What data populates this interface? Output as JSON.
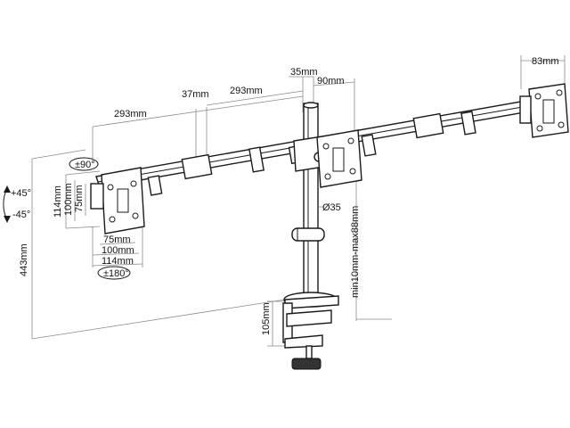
{
  "labels": {
    "rot90": "±90°",
    "tilt_plus": "+45°",
    "tilt_minus": "-45°",
    "rot180": "±180°",
    "h443": "443mm",
    "v114": "114mm",
    "v100": "100mm",
    "v75": "75mm",
    "h75": "75mm",
    "h100": "100mm",
    "h114": "114mm",
    "arm_left": "293mm",
    "arm_right": "293mm",
    "gap37": "37mm",
    "pole35": "35mm",
    "off90": "90mm",
    "plate83": "83mm",
    "dia35": "Ø35",
    "clamp_range": "min10mm-max88mm",
    "clamp105": "105mm"
  },
  "colors": {
    "line": "#1a1a1a",
    "dimension": "#8a8a8a",
    "background": "#ffffff"
  }
}
